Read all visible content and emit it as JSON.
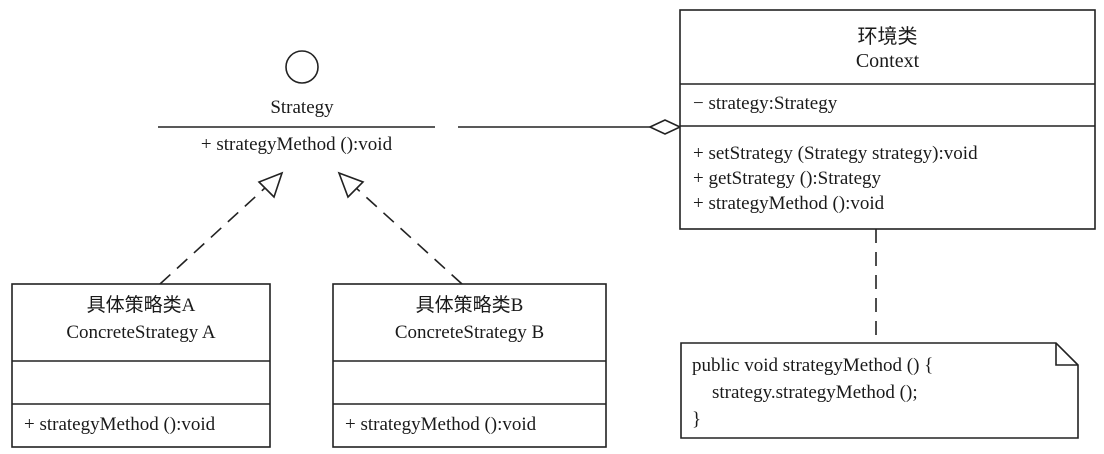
{
  "strategy_interface": {
    "name": "Strategy",
    "method": "+ strategyMethod ():void"
  },
  "context": {
    "title_cn": "环境类",
    "title_en": "Context",
    "attribute": "− strategy:Strategy",
    "methods": [
      "+ setStrategy (Strategy strategy):void",
      "+ getStrategy ():Strategy",
      "+ strategyMethod ():void"
    ]
  },
  "concrete_a": {
    "name_cn": "具体策略类A",
    "name_en": "ConcreteStrategy  A",
    "method": "+ strategyMethod ():void"
  },
  "concrete_b": {
    "name_cn": "具体策略类B",
    "name_en": "ConcreteStrategy  B",
    "method": "+ strategyMethod ():void"
  },
  "note": {
    "lines": [
      "public void strategyMethod () {",
      "strategy.strategyMethod ();",
      "}"
    ]
  }
}
